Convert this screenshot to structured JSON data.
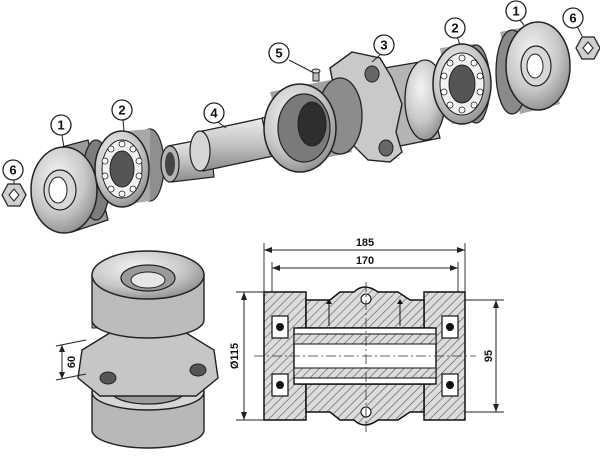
{
  "callouts": {
    "c1_left": "1",
    "c2_left": "2",
    "c4": "4",
    "c5": "5",
    "c3": "3",
    "c2_right": "2",
    "c1_right": "1",
    "c6_right": "6",
    "c6_left": "6"
  },
  "dimensions": {
    "overall_length": "185",
    "inner_length": "170",
    "outer_diameter": "Ø115",
    "height": "95",
    "bolt_spacing": "60"
  }
}
